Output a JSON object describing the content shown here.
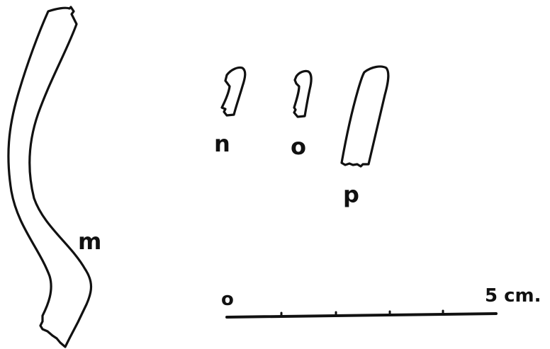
{
  "figure": {
    "labels": {
      "m": "m",
      "n": "n",
      "o": "o",
      "p": "p"
    },
    "scale_bar": {
      "start_label": "o",
      "end_label": "5 cm."
    },
    "colors": {
      "ink": "#111111",
      "paper": "#ffffff"
    }
  }
}
